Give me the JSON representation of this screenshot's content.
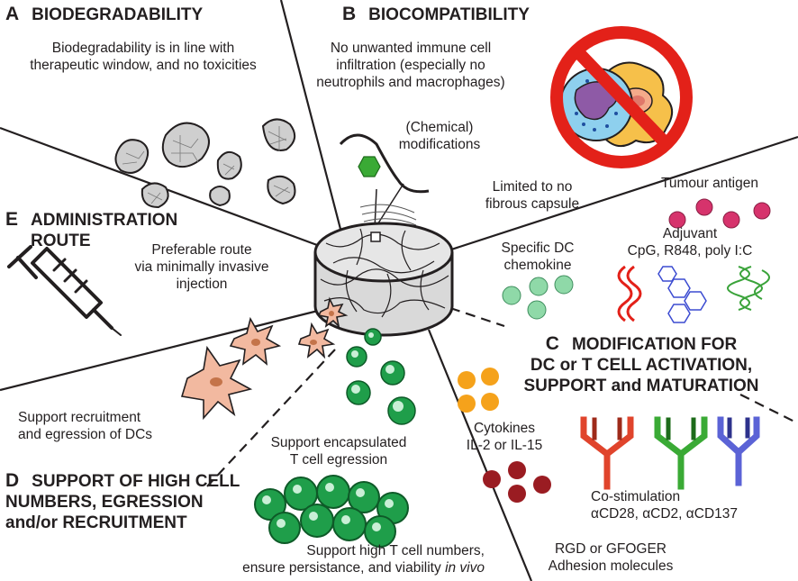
{
  "sections": {
    "a": {
      "letter": "A",
      "title": "BIODEGRADABILITY",
      "text_1": "Biodegradability is in line with",
      "text_2": "therapeutic window, and no toxicities"
    },
    "b": {
      "letter": "B",
      "title": "BIOCOMPATIBILITY",
      "text_1": "No unwanted immune cell",
      "text_2": "infiltration (especially no",
      "text_3": "neutrophils and macrophages)"
    },
    "c": {
      "letter": "C",
      "title_1": "MODIFICATION FOR",
      "title_2": "DC or T CELL ACTIVATION,",
      "title_3": "SUPPORT and MATURATION"
    },
    "d": {
      "letter": "D",
      "title_1": "SUPPORT OF HIGH CELL",
      "title_2": "NUMBERS, EGRESSION",
      "title_3": "and/or RECRUITMENT"
    },
    "e": {
      "letter": "E",
      "title_1": "ADMINISTRATION",
      "title_2": "ROUTE"
    }
  },
  "labels": {
    "chem_1": "(Chemical)",
    "chem_2": "modifications",
    "capsule_1": "Limited to no",
    "capsule_2": "fibrous capsule",
    "tumour": "Tumour antigen",
    "adjuvant_1": "Adjuvant",
    "adjuvant_2": "CpG, R848, poly I:C",
    "chemokine_1": "Specific DC",
    "chemokine_2": "chemokine",
    "route_1": "Preferable route",
    "route_2": "via minimally invasive",
    "route_3": "injection",
    "dc_1": "Support recruitment",
    "dc_2": "and egression of DCs",
    "tcell_1": "Support encapsulated",
    "tcell_2": "T cell egression",
    "cyto_1": "Cytokines",
    "cyto_2": "IL-2 or IL-15",
    "costim_1": "Co-stimulation",
    "costim_2": "αCD28, αCD2, αCD137",
    "rgd_1": "RGD or GFOGER",
    "rgd_2": "Adhesion molecules",
    "high_1": "Support high T cell numbers,",
    "high_2": "ensure persistance, and viability",
    "high_3": "in vivo"
  },
  "colors": {
    "tumour_antigen": "#d6336c",
    "chemokine": "#8fd9a8",
    "cytokine": "#f5a21b",
    "adhesion": "#9a1c22",
    "t_cell": "#1f9e4a",
    "dc": "#f2b9a0",
    "antibody_red": "#e0442c",
    "antibody_green": "#3aaa35",
    "antibody_blue": "#5b63d6",
    "no_sign": "#e32119",
    "cpg": "#e32119",
    "r848": "#3b4bd1",
    "polyic": "#3aa33a"
  },
  "icons": [
    "syringe-icon",
    "no-entry-icon",
    "antibody-icon",
    "hydrogel-scaffold-icon",
    "dendritic-cell-icon",
    "t-cell-icon"
  ]
}
